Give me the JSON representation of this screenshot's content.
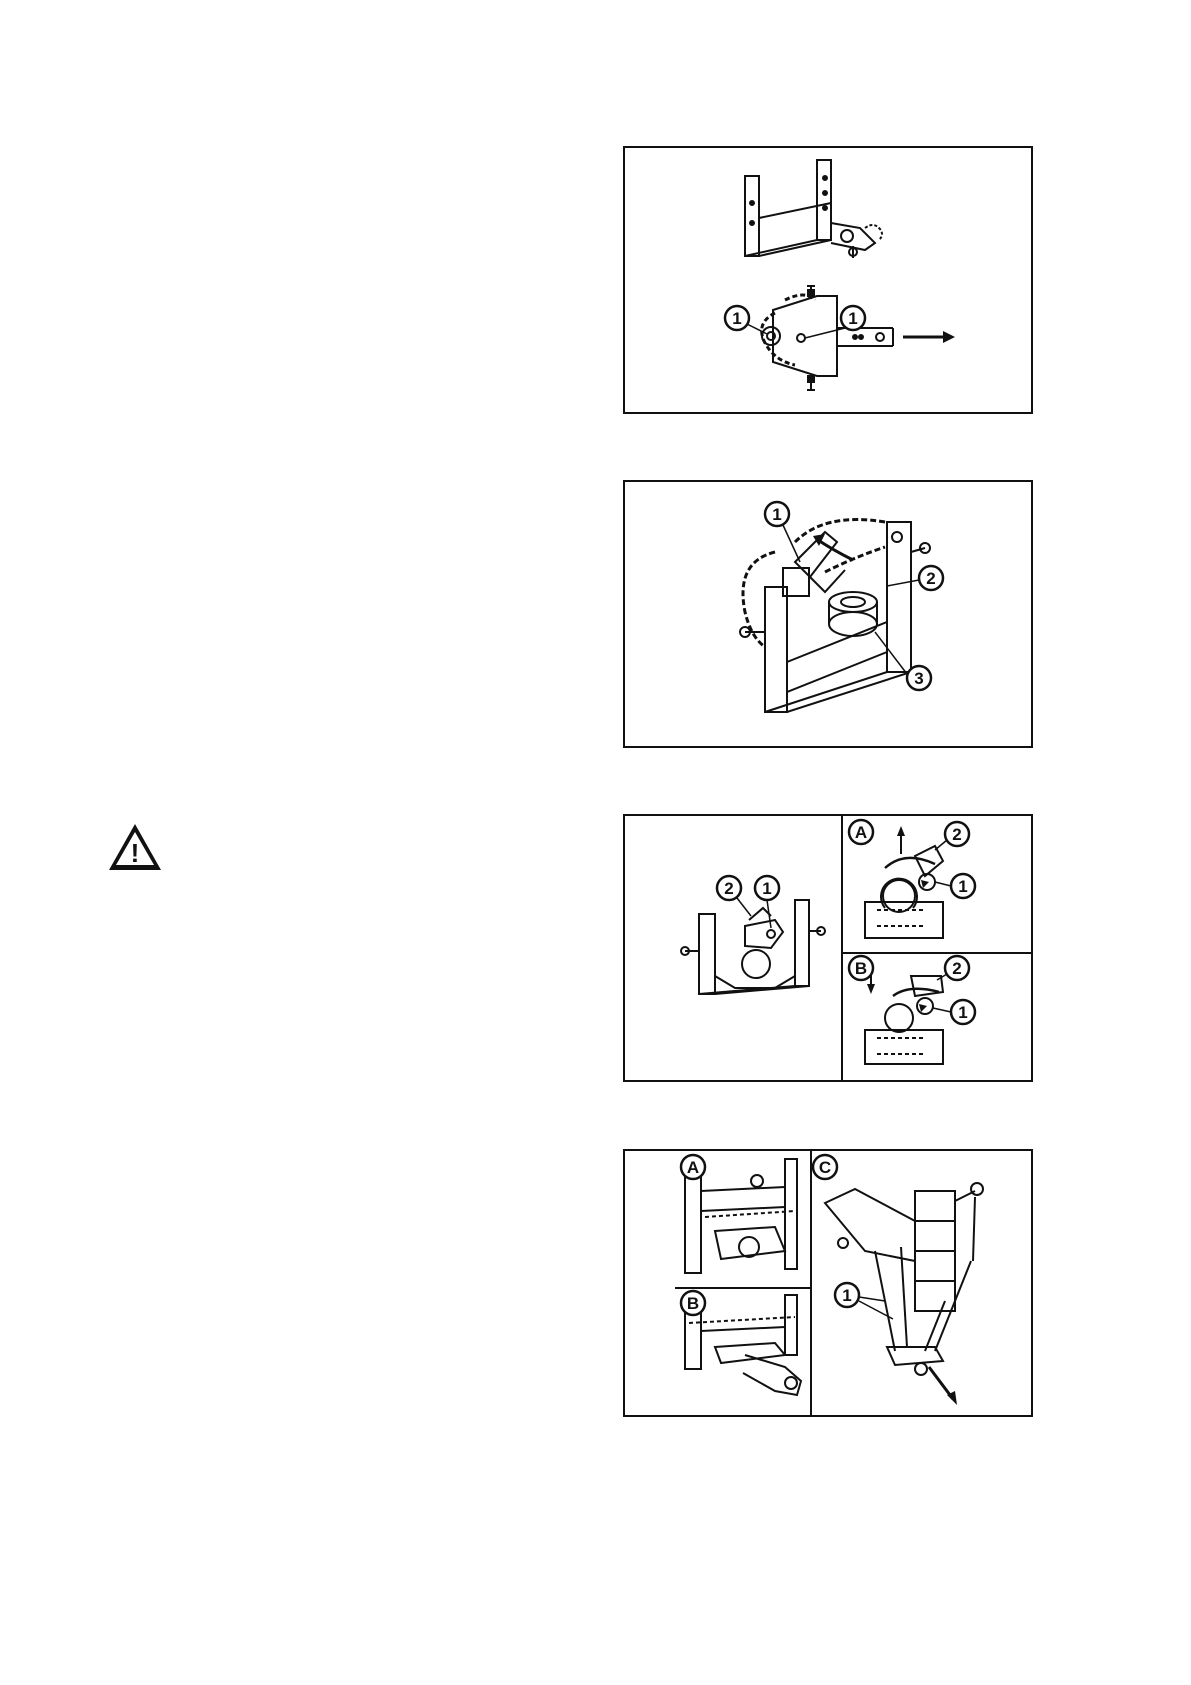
{
  "warning": {
    "icon": "warning-triangle-icon",
    "glyph": "!"
  },
  "figures": [
    {
      "callouts": [
        "1",
        "1"
      ]
    },
    {
      "callouts": [
        "1",
        "2",
        "3"
      ]
    },
    {
      "callouts": [
        "2",
        "1",
        "2",
        "1",
        "2",
        "1"
      ],
      "panels": [
        "A",
        "B"
      ]
    },
    {
      "callouts": [
        "1"
      ],
      "panels": [
        "A",
        "B",
        "C"
      ]
    }
  ]
}
